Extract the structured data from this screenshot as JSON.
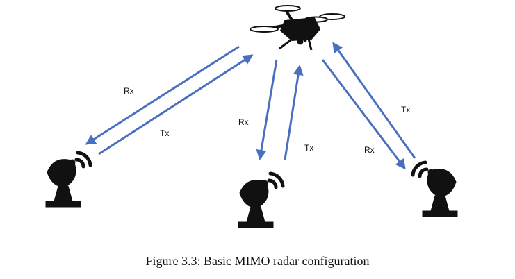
{
  "diagram": {
    "labels": {
      "left_rx": "Rx",
      "left_tx": "Tx",
      "middle_rx": "Rx",
      "middle_tx": "Tx",
      "right_tx": "Tx",
      "right_rx": "Rx"
    },
    "nodes": {
      "drone": "drone-icon",
      "antennas": [
        "satellite-dish-icon",
        "satellite-dish-icon",
        "satellite-dish-icon"
      ]
    },
    "colors": {
      "arrow": "#4a6fbf",
      "icon": "#111111"
    }
  },
  "caption": "Figure 3.3: Basic MIMO radar configuration"
}
